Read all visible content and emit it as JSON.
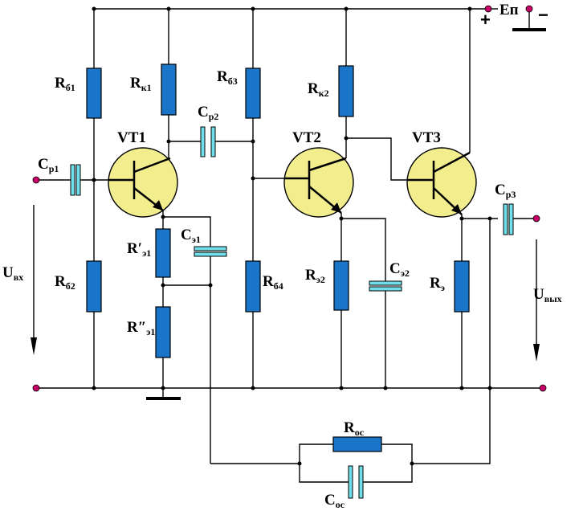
{
  "supply": {
    "label": "Eп",
    "plus": "+",
    "minus": "−"
  },
  "transistors": [
    {
      "id": "vt1",
      "label": "VT1"
    },
    {
      "id": "vt2",
      "label": "VT2"
    },
    {
      "id": "vt3",
      "label": "VT3"
    }
  ],
  "resistors": {
    "rb1": {
      "main": "R",
      "sub": "б1"
    },
    "rk1": {
      "main": "R",
      "sub": "к1"
    },
    "rb3": {
      "main": "R",
      "sub": "б3"
    },
    "rk2": {
      "main": "R",
      "sub": "к2"
    },
    "rb2": {
      "main": "R",
      "sub": "б2"
    },
    "re1a": {
      "main": "R′",
      "sub": "э1"
    },
    "re1b": {
      "main": "R″",
      "sub": "э1"
    },
    "rb4": {
      "main": "R",
      "sub": "б4"
    },
    "re2": {
      "main": "R",
      "sub": "э2"
    },
    "re3": {
      "main": "R",
      "sub": "э"
    },
    "ros": {
      "main": "R",
      "sub": "ос"
    }
  },
  "capacitors": {
    "cp1": {
      "main": "C",
      "sub": "р1"
    },
    "cp2": {
      "main": "C",
      "sub": "р2"
    },
    "ce1": {
      "main": "C",
      "sub": "э1"
    },
    "ce2": {
      "main": "C",
      "sub": "э2"
    },
    "cp3": {
      "main": "C",
      "sub": "р3"
    },
    "cos": {
      "main": "C",
      "sub": "ос"
    }
  },
  "signals": {
    "input": {
      "main": "U",
      "sub": "вх"
    },
    "output": {
      "main": "U",
      "sub": "вых"
    }
  },
  "colors": {
    "resistor": "#1a74c8",
    "capacitor": "#6fe0ea",
    "transistor": "#f2ee8e",
    "terminal": "#c8006a",
    "wire": "#000000"
  }
}
